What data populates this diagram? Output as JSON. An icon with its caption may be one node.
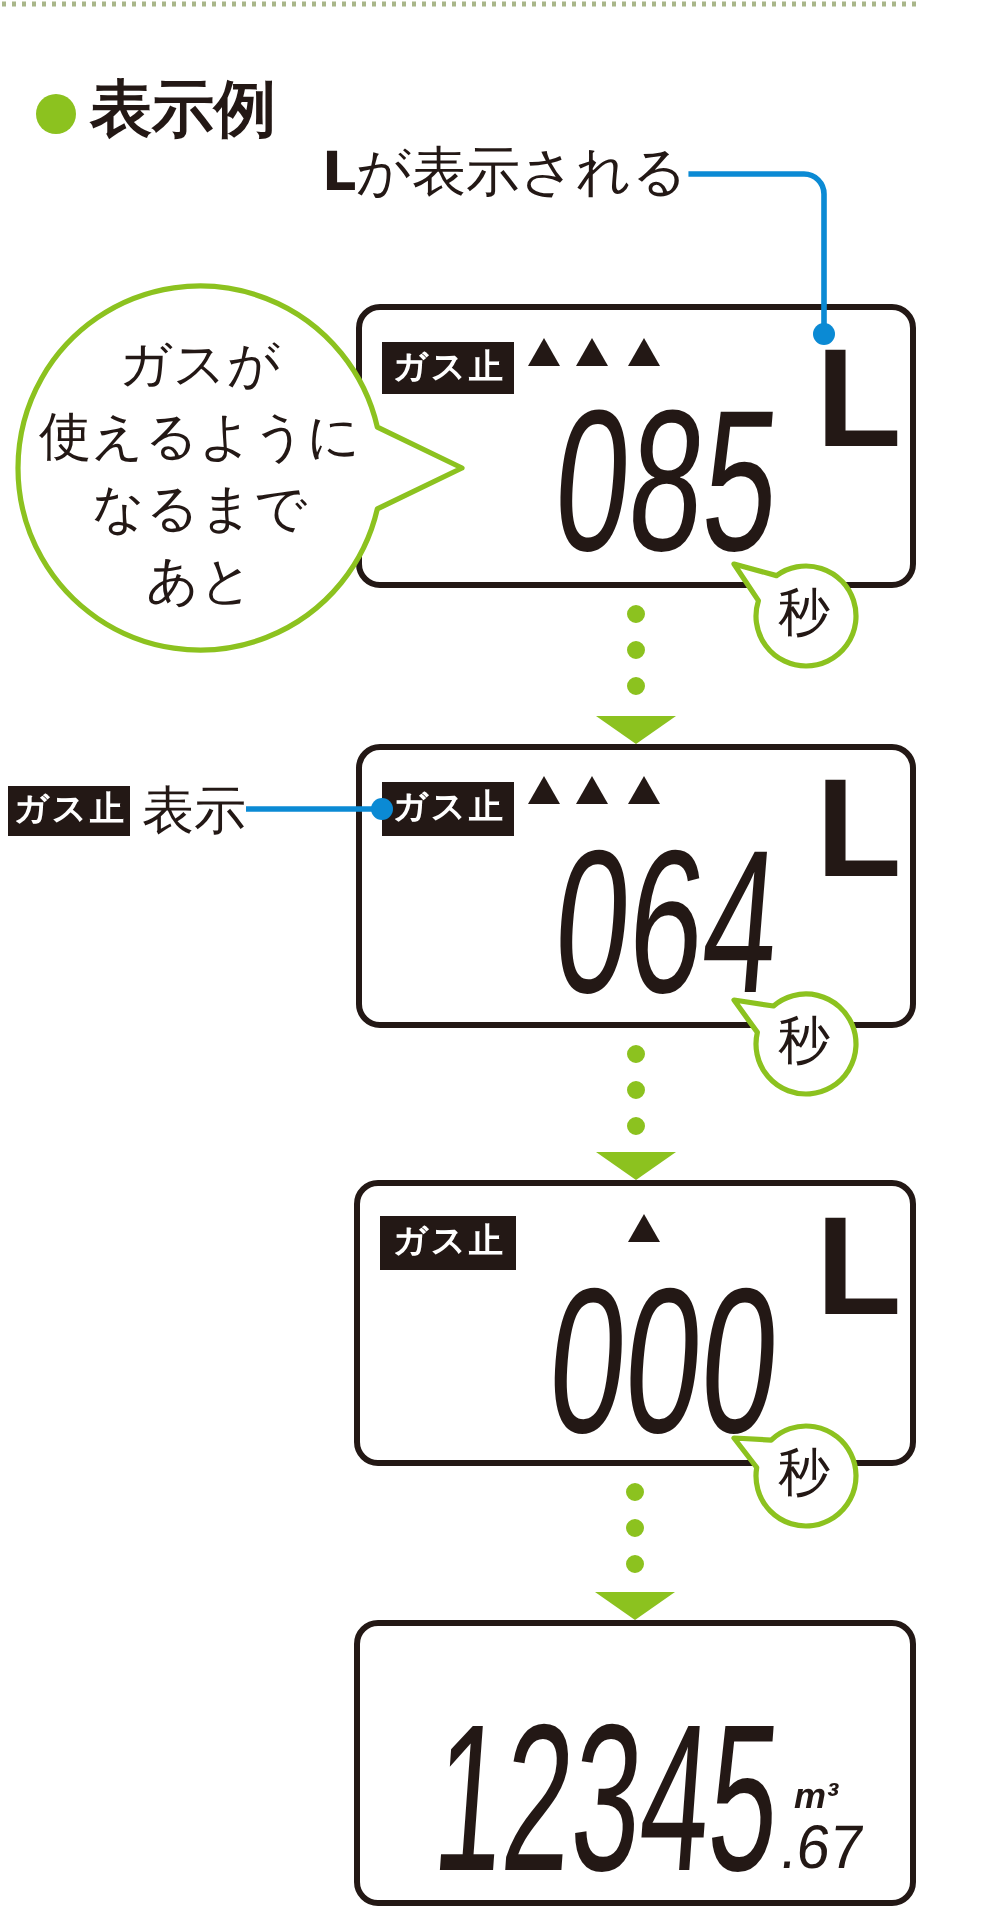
{
  "diagram": {
    "title": "表示例",
    "nodes": [
      {
        "text": [
          "**L**が表示される"
        ]
      },
      {
        "text": [
          "ガスが使えるようになるまであと"
        ]
      },
      {
        "text": [
          "085"
        ]
      },
      {
        "text": [
          "ガス止"
        ],
        "in": 2
      },
      {
        "text": [
          "L"
        ],
        "in": 2
      },
      {
        "text": [
          "秒"
        ]
      },
      {
        "text": [
          "ガス止"
        ]
      },
      {
        "text": [
          "表示"
        ]
      },
      {
        "text": [
          "064",
          "L"
        ]
      },
      {
        "text": [
          "ガス止"
        ],
        "in": 8
      },
      {
        "text": [
          "秒"
        ]
      },
      {
        "text": [
          "000",
          "L"
        ]
      },
      {
        "text": [
          "ガス止"
        ],
        "in": 11
      },
      {
        "text": [
          "秒"
        ]
      },
      {
        "text": [
          "12345",
          "m³",
          ".67"
        ]
      }
    ],
    "edges": [
      {
        "from": 0,
        "to": 4,
        "arrow": "other",
        "color": "#0b8ad4"
      },
      {
        "from": 2,
        "to": 8,
        "arrow": "to",
        "style": "dashed"
      },
      {
        "from": 7,
        "to": 9,
        "arrow": "other",
        "color": "#0b8ad4"
      },
      {
        "from": 8,
        "to": 11,
        "arrow": "to",
        "style": "dashed"
      },
      {
        "from": 11,
        "to": 14,
        "arrow": "to",
        "style": "dashed"
      }
    ]
  }
}
